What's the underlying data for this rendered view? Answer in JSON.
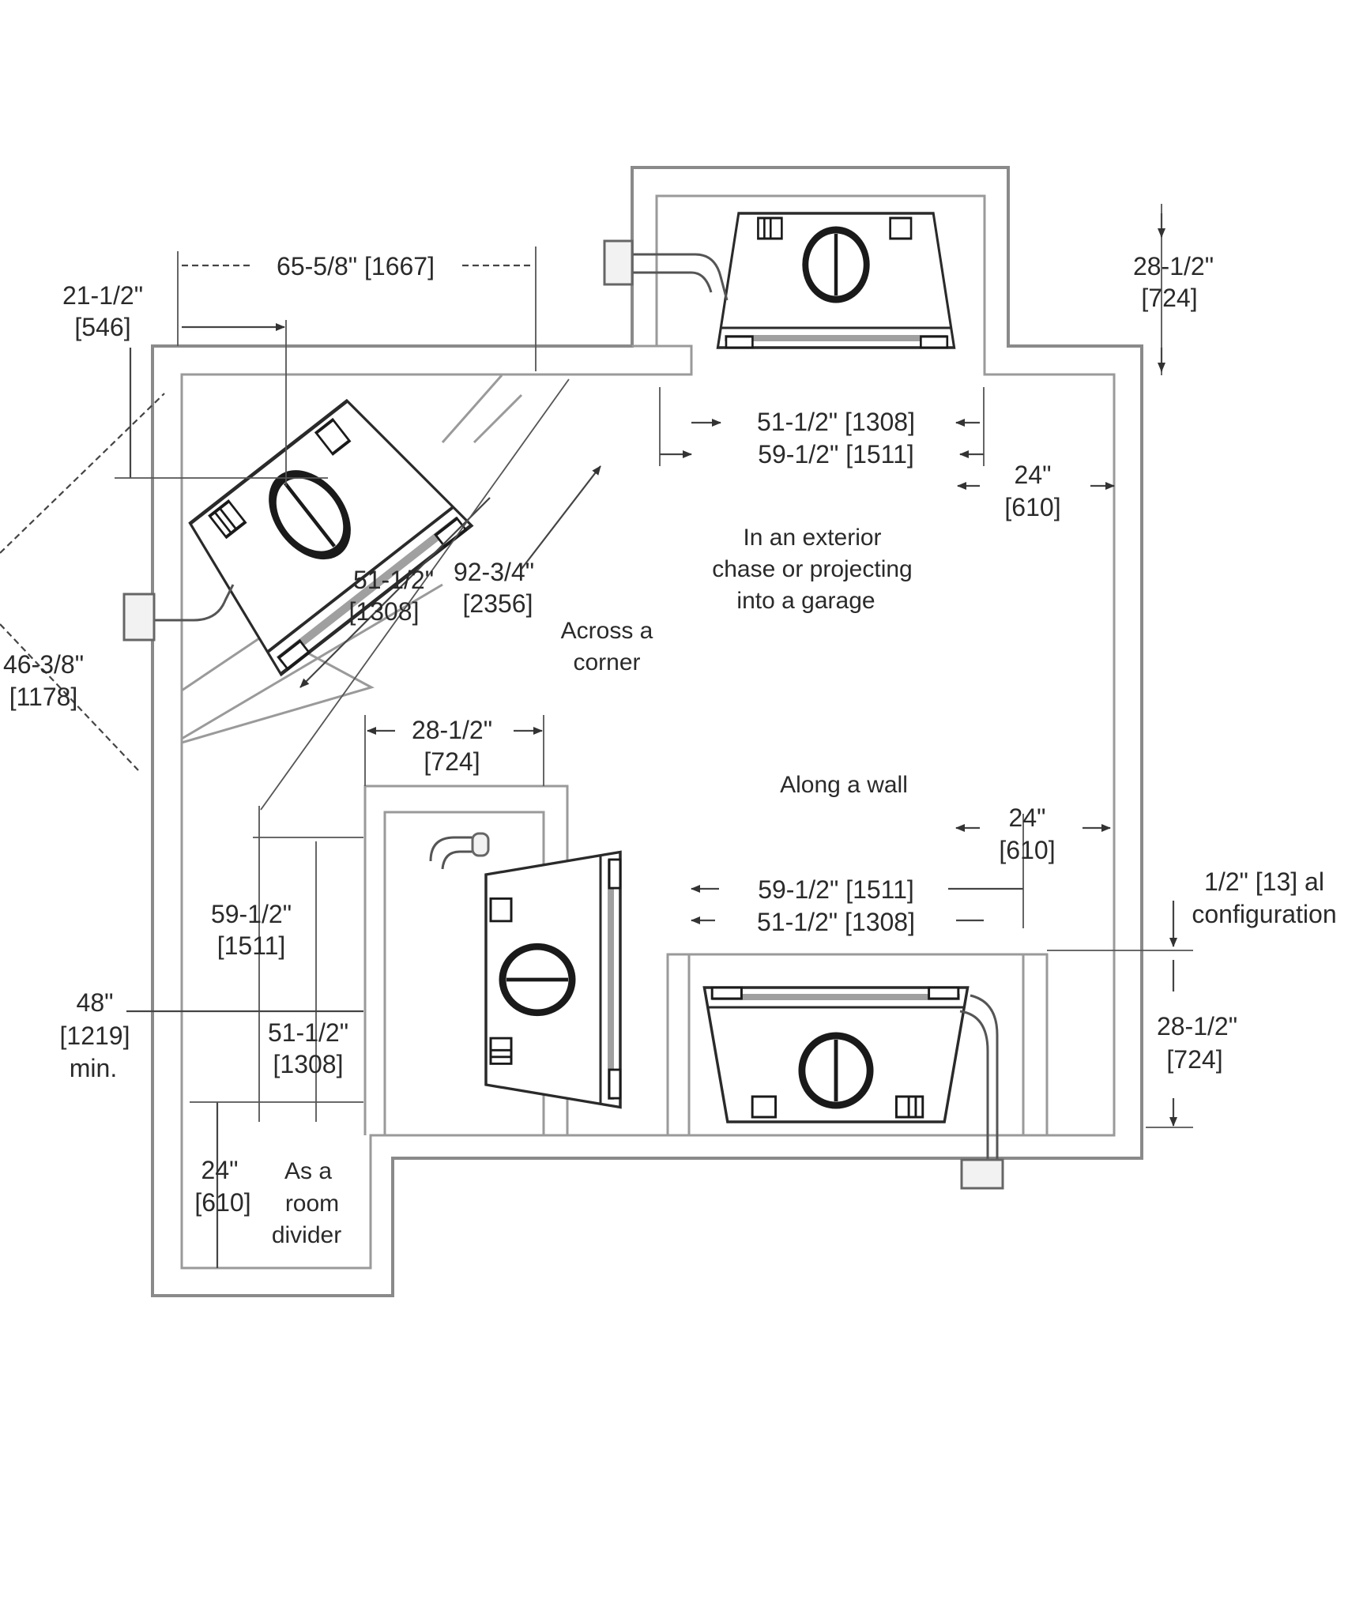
{
  "labels": {
    "top_width": "65-5/8\" [1667]",
    "corner_offset": "21-1/2\"",
    "corner_offset_mm": "[546]",
    "exterior_depth": "28-1/2\"",
    "exterior_depth_mm": "[724]",
    "exterior_front_inner": "51-1/2\" [1308]",
    "exterior_front_outer": "59-1/2\" [1511]",
    "exterior_side_clear": "24\"",
    "exterior_side_clear_mm": "[610]",
    "corner_front": "51-1/2\"",
    "corner_front_mm": "[1308]",
    "corner_diagonal": "92-3/4\"",
    "corner_diagonal_mm": "[2356]",
    "corner_side": "46-3/8\"",
    "corner_side_mm": "[1178]",
    "divider_depth": "28-1/2\"",
    "divider_depth_mm": "[724]",
    "divider_front_outer": "59-1/2\"",
    "divider_front_outer_mm": "[1511]",
    "divider_front_inner": "51-1/2\"",
    "divider_front_inner_mm": "[1308]",
    "divider_min": "48\"",
    "divider_min_mm": "[1219]",
    "divider_min_note": "min.",
    "divider_clear": "24\"",
    "divider_clear_mm": "[610]",
    "wall_side_clear": "24\"",
    "wall_side_clear_mm": "[610]",
    "wall_front_outer": "59-1/2\" [1511]",
    "wall_front_inner": "51-1/2\" [1308]",
    "wall_depth": "28-1/2\"",
    "wall_depth_mm": "[724]",
    "wall_gap_line1": "1/2\" [13] al",
    "wall_gap_line2": "configuration"
  },
  "notes": {
    "exterior_line1": "In an exterior",
    "exterior_line2": "chase or projecting",
    "exterior_line3": "into a garage",
    "corner_line1": "Across a",
    "corner_line2": "corner",
    "wall": "Along a wall",
    "divider_line1": "As a",
    "divider_line2": "room",
    "divider_line3": "divider"
  }
}
